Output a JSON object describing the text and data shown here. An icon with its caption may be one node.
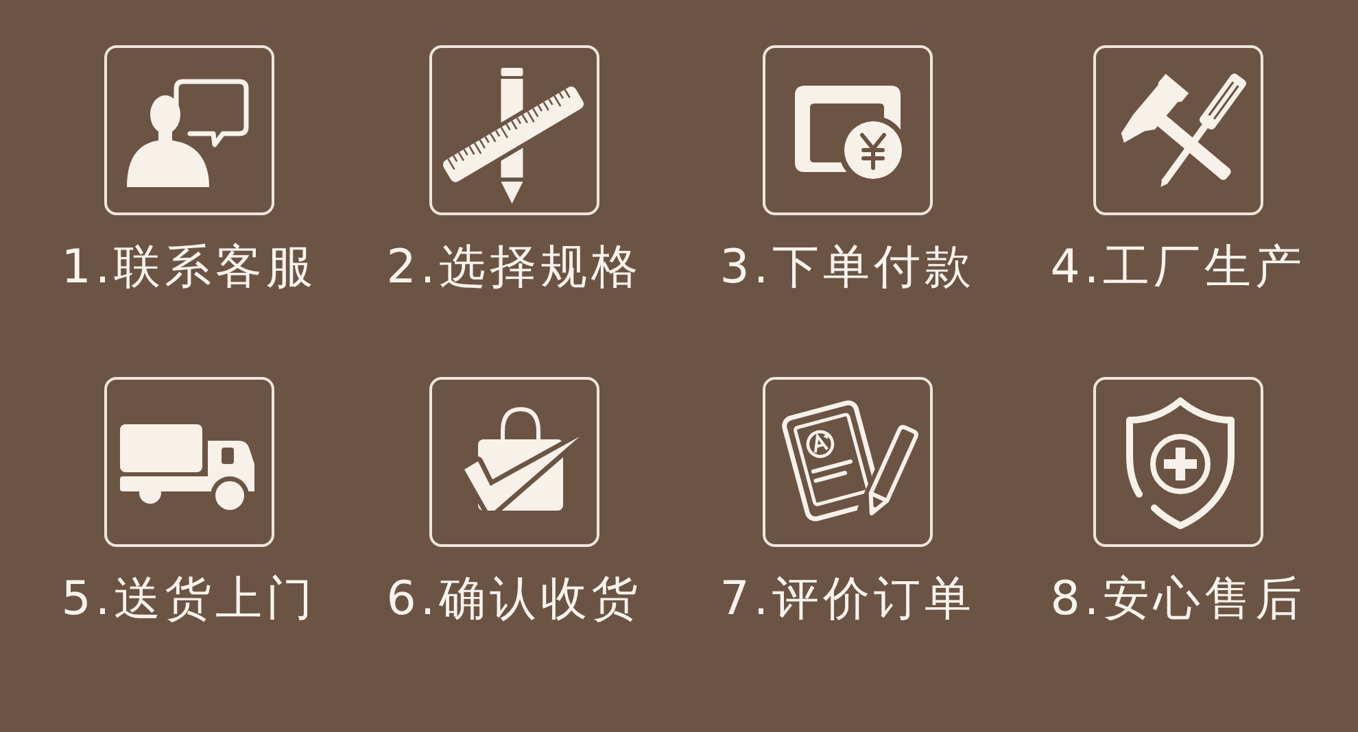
{
  "diagram": {
    "nodes": [
      {
        "text": [
          "1.联系客服"
        ]
      },
      {
        "text": [
          "2.选择规格"
        ]
      },
      {
        "text": [
          "3.下单付款"
        ]
      },
      {
        "text": [
          "4.工厂生产"
        ]
      },
      {
        "text": [
          "5.送货上门"
        ]
      },
      {
        "text": [
          "6.确认收货"
        ]
      },
      {
        "text": [
          "7.评价订单"
        ]
      },
      {
        "text": [
          "8.安心售后"
        ]
      }
    ]
  }
}
